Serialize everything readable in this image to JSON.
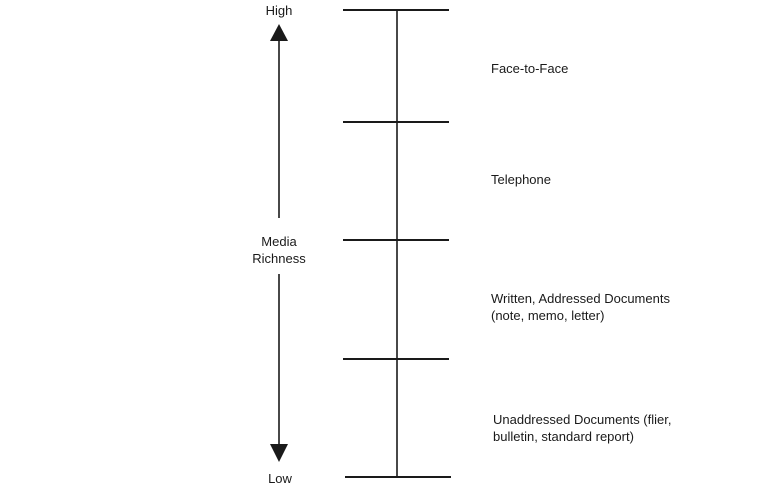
{
  "axis": {
    "high_label": "High",
    "low_label": "Low",
    "title_line1": "Media",
    "title_line2": "Richness"
  },
  "media": [
    {
      "line1": "Face-to-Face",
      "line2": ""
    },
    {
      "line1": "Telephone",
      "line2": ""
    },
    {
      "line1": "Written, Addressed Documents",
      "line2": "(note, memo, letter)"
    },
    {
      "line1": "Unaddressed Documents (flier,",
      "line2": "bulletin, standard report)"
    }
  ]
}
